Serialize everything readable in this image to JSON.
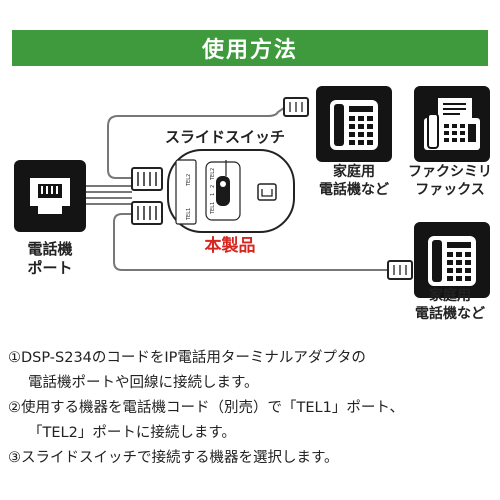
{
  "header": {
    "title": "使用方法"
  },
  "diagram": {
    "port_label": [
      "電話機",
      "ポート"
    ],
    "slide_switch_label": "スライドスイッチ",
    "product_label": "本製品",
    "device_top": [
      "家庭用",
      "電話機など"
    ],
    "fax": [
      "ファクシミリ",
      "ファックス"
    ],
    "device_bottom": [
      "家庭用",
      "電話機など"
    ],
    "switch_text": [
      "TEL1",
      "TEL2",
      "TEL1",
      "1",
      "2",
      "TEL2"
    ]
  },
  "instructions": [
    {
      "lines": [
        "①DSP-S234のコードをIP電話用ターミナルアダプタの",
        "電話機ポートや回線に接続します。"
      ]
    },
    {
      "lines": [
        "②使用する機器を電話機コード（別売）で「TEL1」ポート、",
        "「TEL2」ポートに接続します。"
      ]
    },
    {
      "lines": [
        "③スライドスイッチで接続する機器を選択します。"
      ]
    }
  ],
  "colors": {
    "header_bg": "#3e9a3c",
    "product_label": "#d7261f",
    "icon_bg": "#141414"
  }
}
